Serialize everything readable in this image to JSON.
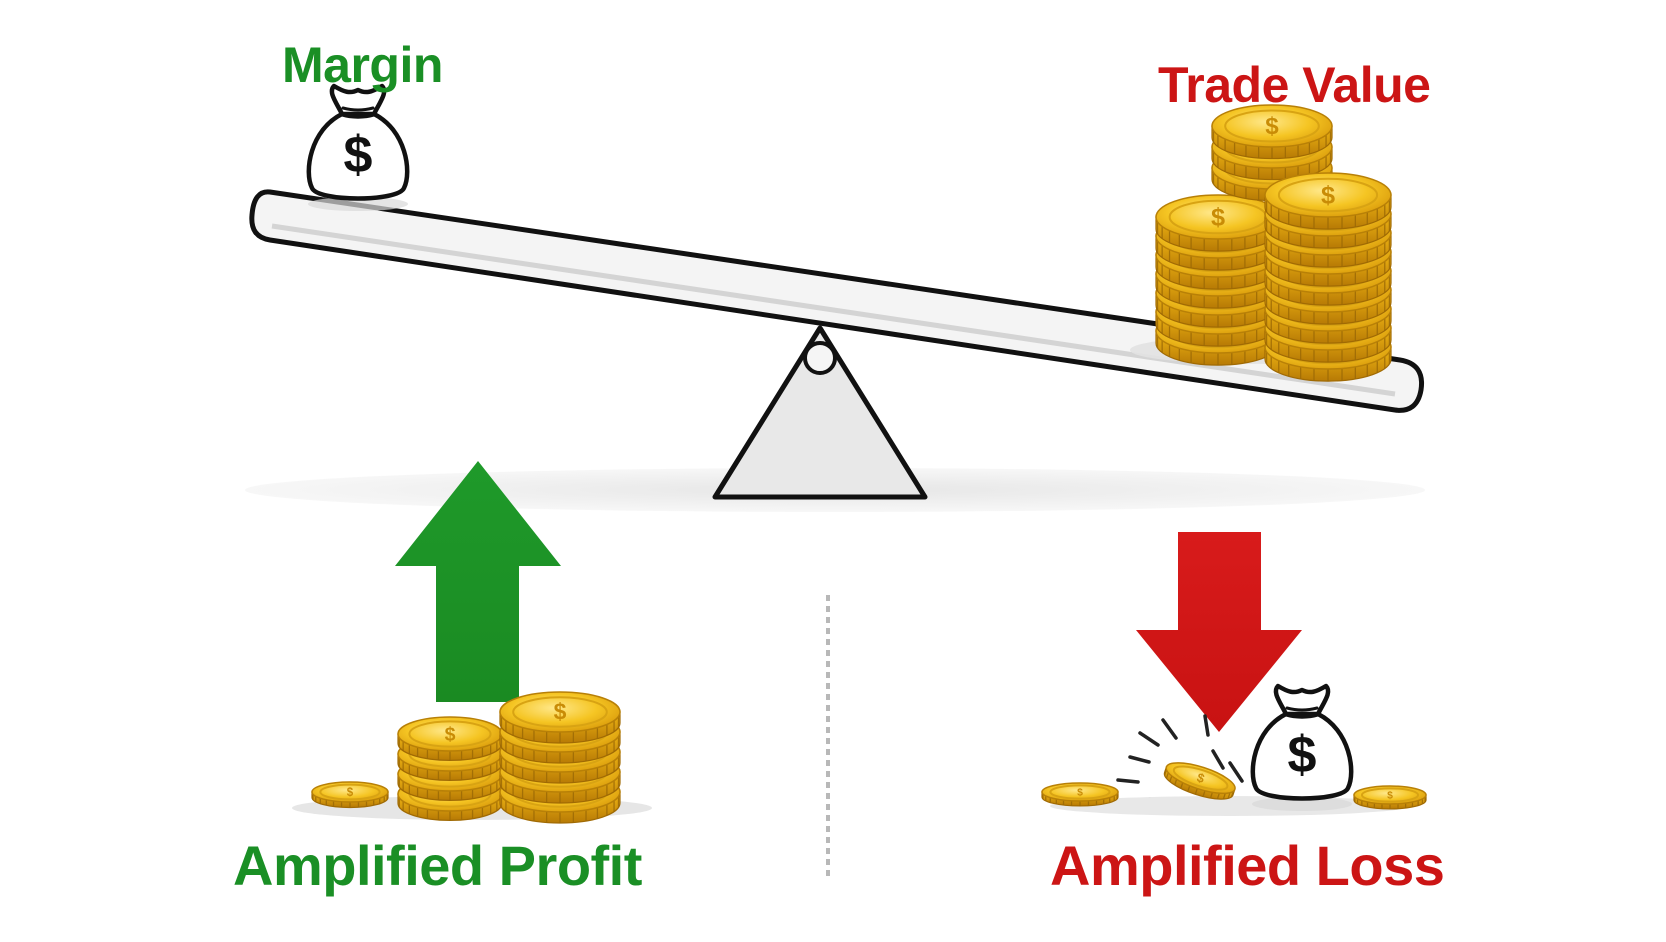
{
  "labels": {
    "margin": "Margin",
    "trade_value": "Trade Value",
    "amplified_profit": "Amplified Profit",
    "amplified_loss": "Amplified Loss"
  },
  "icons": {
    "money_bag_symbol": "$",
    "coin_symbol": "$"
  },
  "colors": {
    "profit_green": "#1a8f25",
    "loss_red": "#cc1515",
    "coin_gold": "#f2c21a",
    "coin_edge": "#c98c06",
    "outline": "#111111",
    "beam_fill": "#f4f4f4",
    "fulcrum_fill": "#e6e6e6"
  }
}
